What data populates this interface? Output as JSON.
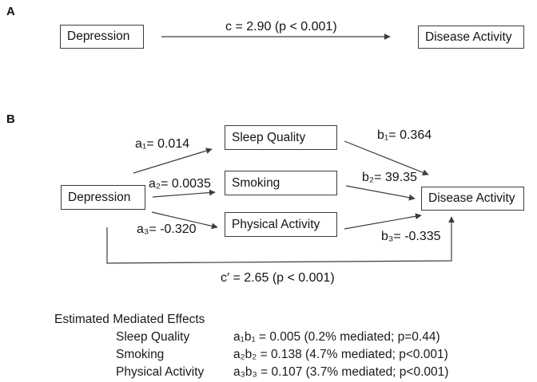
{
  "panel_a": {
    "label": "A",
    "depression_box": "Depression",
    "disease_box": "Disease Activity",
    "c_path_label": "c = 2.90 (p < 0.001)"
  },
  "panel_b": {
    "label": "B",
    "depression_box": "Depression",
    "disease_box": "Disease Activity",
    "mediators": [
      "Sleep Quality",
      "Smoking",
      "Physical Activity"
    ],
    "a_path_labels": [
      "a₁= 0.014",
      "a₂= 0.0035",
      "a₃= -0.320"
    ],
    "b_path_labels": [
      "b₁= 0.364",
      "b₂= 39.35",
      "b₃= -0.335"
    ],
    "c_prime_label": "c′ = 2.65 (p < 0.001)"
  },
  "mediated_effects": {
    "title": "Estimated Mediated Effects",
    "rows": [
      {
        "mediator": "Sleep Quality",
        "effect": "a₁b₁ = 0.005 (0.2% mediated; p=0.44)"
      },
      {
        "mediator": "Smoking",
        "effect": "a₂b₂ = 0.138 (4.7% mediated; p<0.001)"
      },
      {
        "mediator": "Physical Activity",
        "effect": "a₃b₃ = 0.107 (3.7% mediated; p<0.001)"
      }
    ]
  },
  "colors": {
    "background": "#ffffff",
    "text": "#141414",
    "line": "#3c3c3c"
  }
}
